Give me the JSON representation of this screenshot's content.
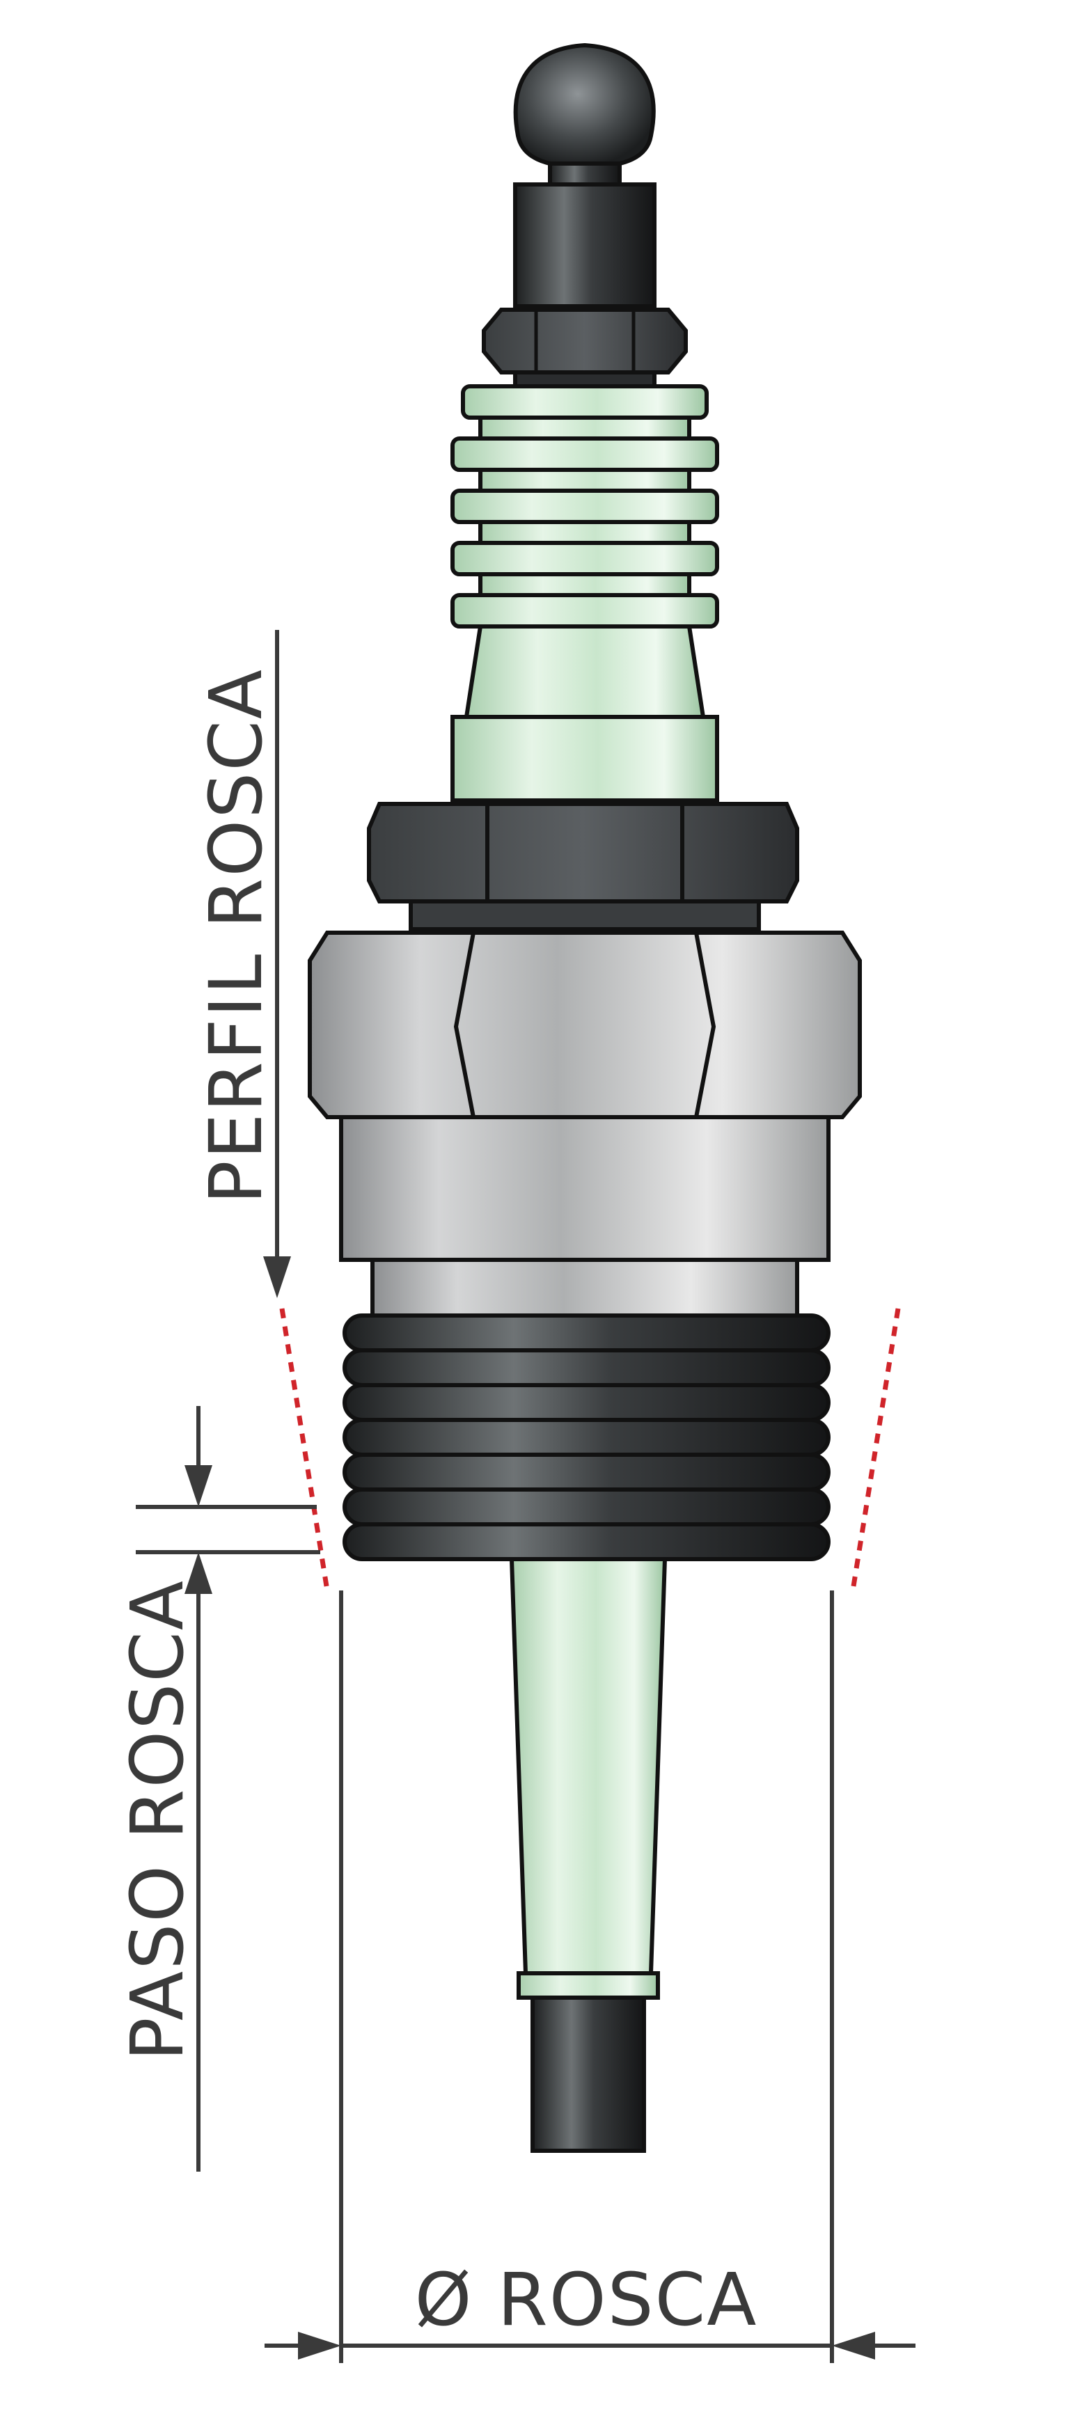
{
  "labels": {
    "thread_profile": "PERFIL ROSCA",
    "thread_pitch": "PASO ROSCA",
    "thread_diameter": "Ø ROSCA"
  },
  "colors": {
    "insulator_green": "#cfe9d2",
    "thread_taper_guide": "#d0242a",
    "dimension_lines": "#3a3a3a",
    "metal_dark": "#2e3133",
    "metal_light": "#c6c7c8"
  },
  "icons": {
    "terminal_cap": "terminal-cap-icon",
    "hex_nut": "hex-nut-icon",
    "arrowhead": "dimension-arrow-icon"
  }
}
